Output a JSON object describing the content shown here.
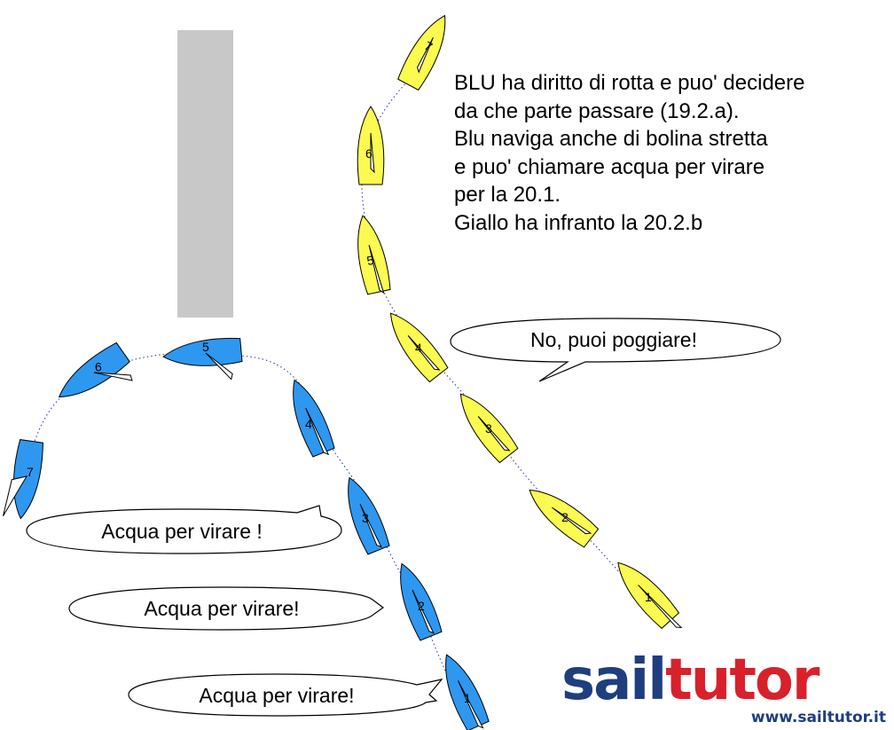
{
  "explanation": [
    "BLU ha diritto di rotta e puo' decidere",
    "da che parte passare (19.2.a).",
    "Blu naviga anche di bolina stretta",
    "e puo' chiamare acqua per virare",
    "per la 20.1.",
    "Giallo ha infranto la 20.2.b"
  ],
  "bubbles": {
    "yellow": "No, puoi poggiare!",
    "blue_1": "Acqua per virare !",
    "blue_2": "Acqua per virare!",
    "blue_3": "Acqua per virare!"
  },
  "boat_numbers": {
    "blue": [
      "1",
      "2",
      "3",
      "4",
      "5",
      "6",
      "7"
    ],
    "yellow": [
      "1",
      "2",
      "3",
      "4",
      "5",
      "6",
      "7"
    ]
  },
  "colors": {
    "blue_boat": "#2e97f0",
    "yellow_boat": "#fafa50",
    "obstacle": "#c8c8c8",
    "track": "#2a2aa8",
    "logo_dark": "#1e3e7e",
    "logo_red": "#d8212b"
  },
  "logo": {
    "part1": "sail",
    "part2": "tutor",
    "url": "www.sailtutor.it"
  }
}
